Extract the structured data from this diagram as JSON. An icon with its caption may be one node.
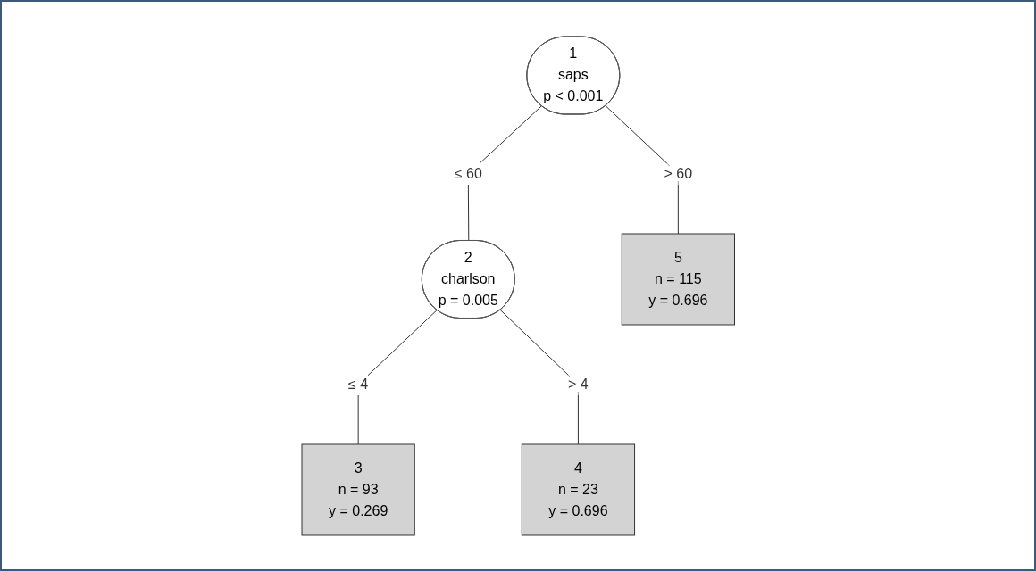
{
  "diagram": {
    "nodes": [
      {
        "text": [
          "1",
          "saps",
          "p < 0.001"
        ]
      },
      {
        "text": [
          "2",
          "charlson",
          "p = 0.005"
        ]
      },
      {
        "text": [
          "3",
          "n = 93",
          "y = 0.269"
        ]
      },
      {
        "text": [
          "4",
          "n = 23",
          "y = 0.696"
        ]
      },
      {
        "text": [
          "5",
          "n = 115",
          "y = 0.696"
        ]
      }
    ],
    "edges": [
      {
        "from": 0,
        "to": 1,
        "arrow": "none",
        "label": "≤ 60"
      },
      {
        "from": 0,
        "to": 4,
        "arrow": "none",
        "label": "> 60"
      },
      {
        "from": 1,
        "to": 2,
        "arrow": "none",
        "label": "≤ 4"
      },
      {
        "from": 1,
        "to": 3,
        "arrow": "none",
        "label": "> 4"
      }
    ]
  }
}
